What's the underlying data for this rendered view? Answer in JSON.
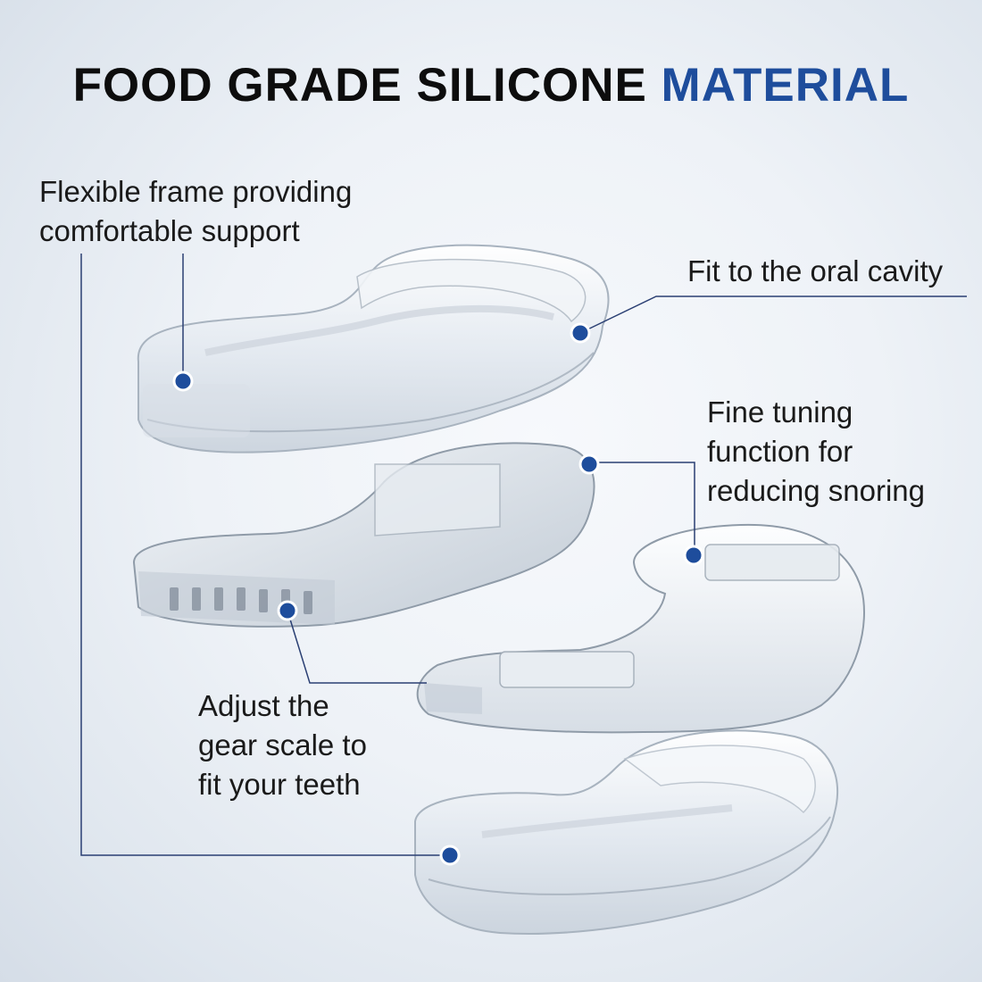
{
  "title": {
    "main": "FOOD GRADE SILICONE ",
    "accent": "MATERIAL"
  },
  "callouts": {
    "flexible": "Flexible frame providing\ncomfortable support",
    "fit": "Fit to the oral cavity",
    "fine": "Fine tuning\nfunction for\nreducing snoring",
    "adjust": "Adjust the\ngear scale to\nfit your teeth"
  },
  "colors": {
    "accent": "#1e4d9c",
    "leader_line": "#2a3f73",
    "dot": "#1e4d9c"
  }
}
